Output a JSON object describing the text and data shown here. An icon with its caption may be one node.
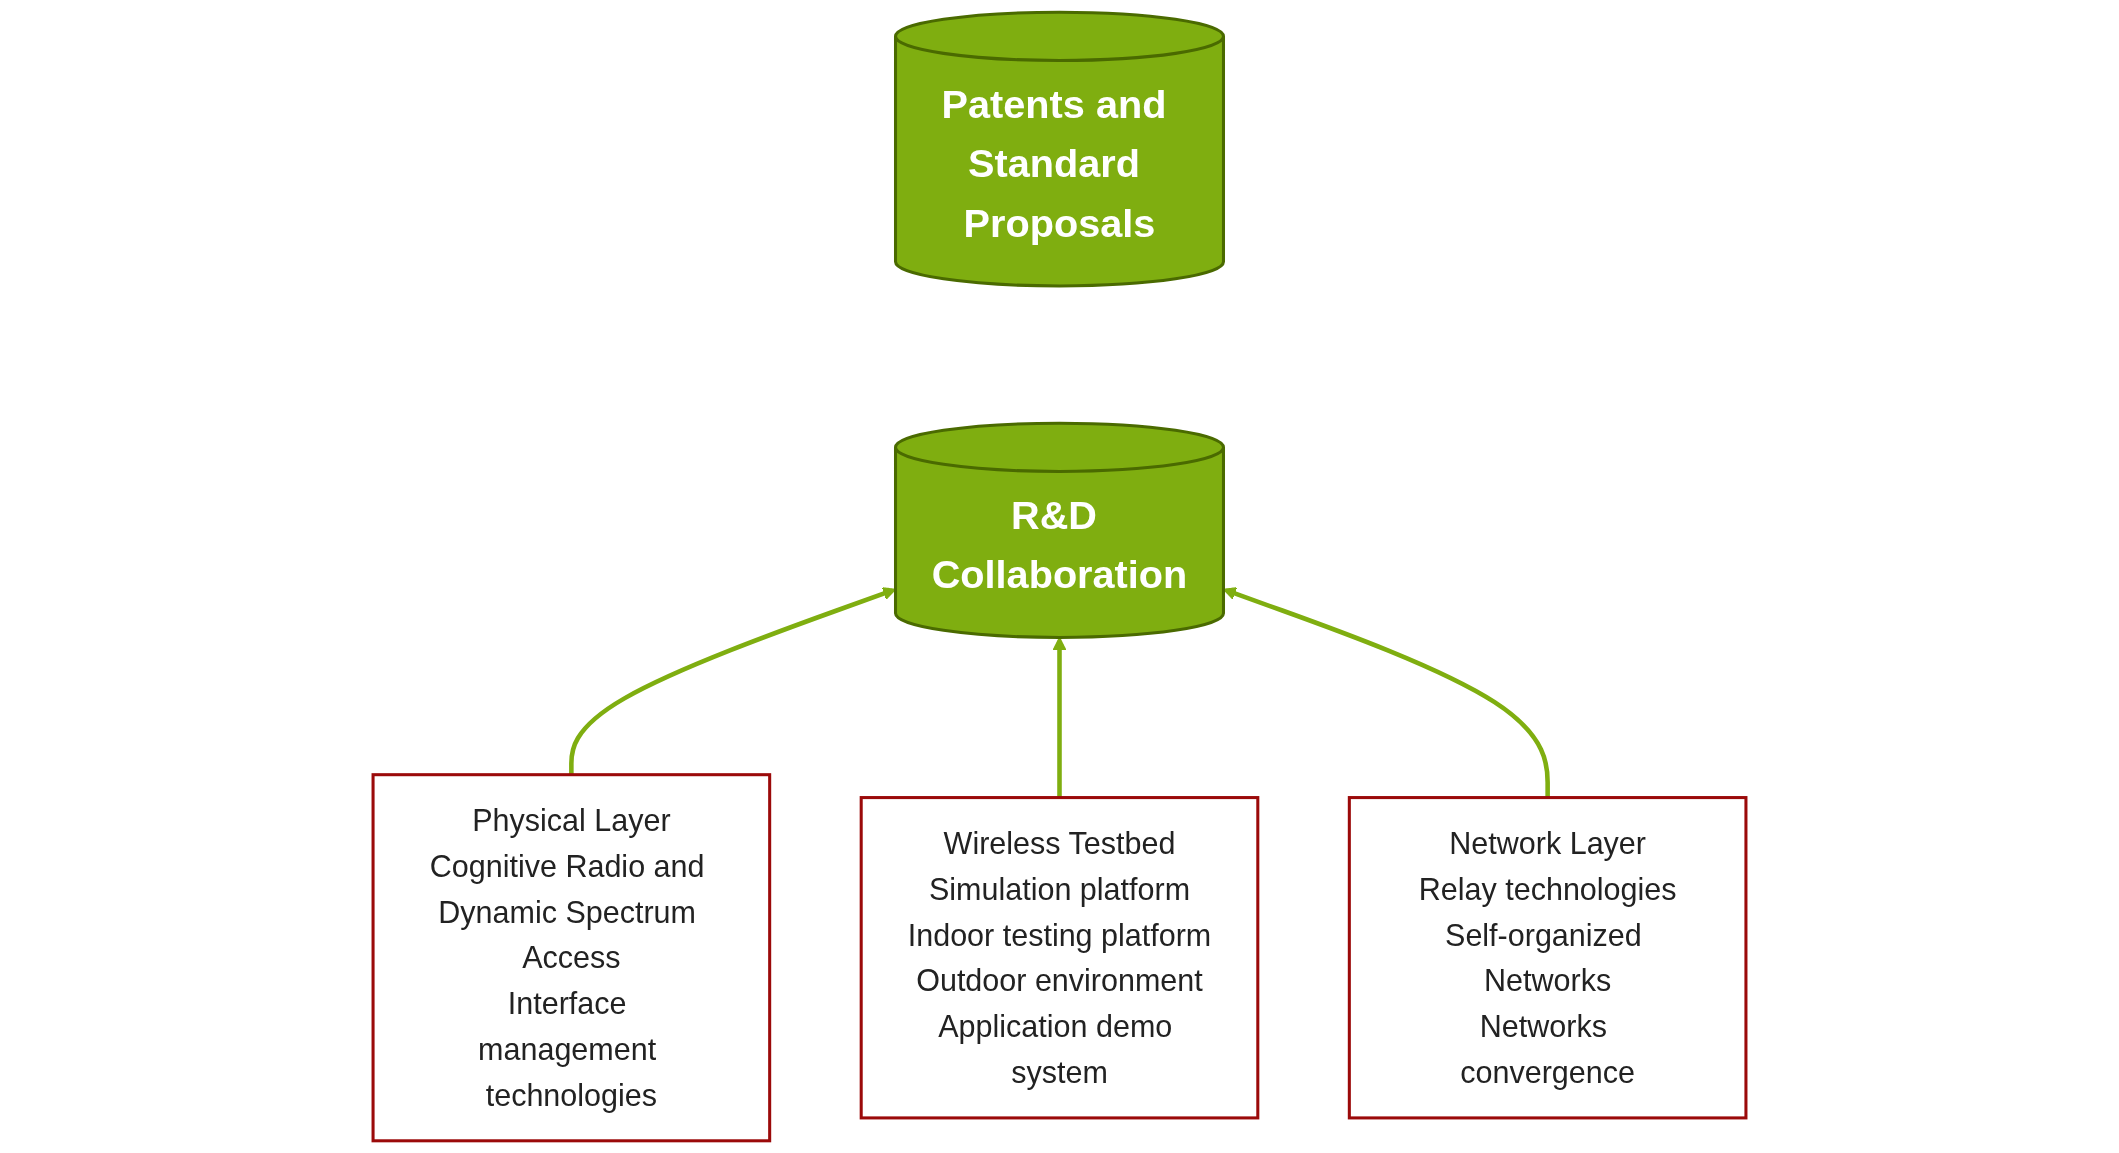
{
  "diagram": {
    "nodes": [
      {
        "text": [
          "Patents and Standard Proposals"
        ]
      },
      {
        "text": [
          "R&D Collaboration"
        ]
      },
      {
        "text": [
          "Physical Layer",
          "Cognitive Radio and Dynamic Spectrum Access",
          "Interface management technologies"
        ]
      },
      {
        "text": [
          "Wireless Testbed",
          "Simulation platform",
          "Indoor testing platform",
          "Outdoor environment",
          "Application demo system"
        ]
      },
      {
        "text": [
          "Network Layer",
          "Relay technologies",
          "Self-organized Networks",
          "Networks convergence"
        ]
      }
    ],
    "edges": [
      {
        "from": 2,
        "to": 1,
        "arrow": "to"
      },
      {
        "from": 3,
        "to": 1,
        "arrow": "to"
      },
      {
        "from": 4,
        "to": 1,
        "arrow": "to"
      }
    ]
  }
}
